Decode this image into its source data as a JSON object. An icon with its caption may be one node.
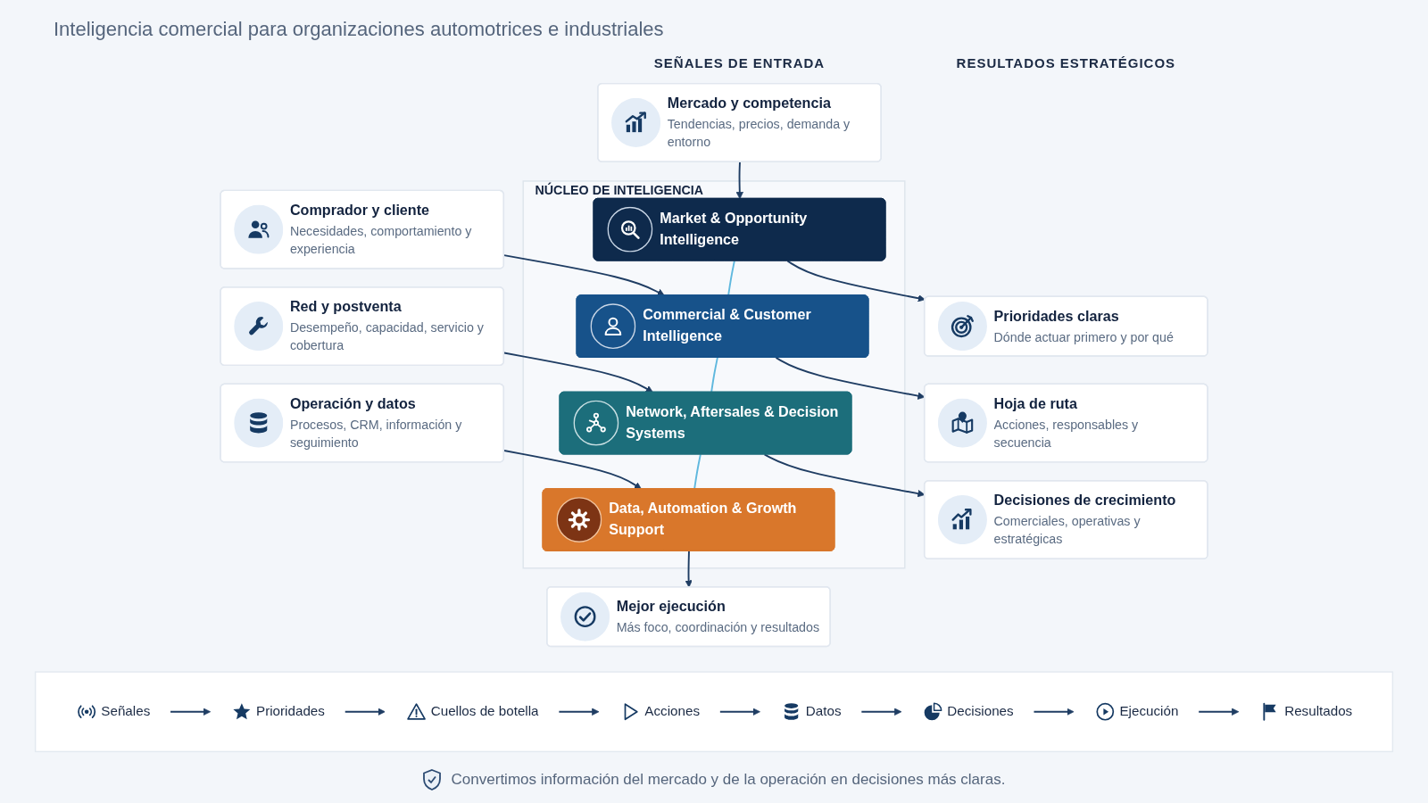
{
  "diagram": {
    "nodes": [
      {
        "text": [
          "NÚCLEO DE INTELIGENCIA"
        ]
      },
      {
        "text": [
          "Mercado y competencia",
          "Tendencias, precios, demanda y entorno"
        ]
      },
      {
        "text": [
          "Market & Opportunity Intelligence"
        ],
        "in": 0
      },
      {
        "text": [
          "Prioridades claras",
          "Dónde actuar primero y por qué"
        ]
      },
      {
        "text": [
          "Comprador y cliente",
          "Necesidades, comportamiento y experiencia"
        ]
      },
      {
        "text": [
          "Commercial & Customer Intelligence"
        ],
        "in": 0
      },
      {
        "text": [
          "Hoja de ruta",
          "Acciones, responsables y secuencia"
        ]
      },
      {
        "text": [
          "Red y postventa",
          "Desempeño, capacidad, servicio y cobertura"
        ]
      },
      {
        "text": [
          "Network, Aftersales & Decision Systems"
        ],
        "in": 0
      },
      {
        "text": [
          "Decisiones de crecimiento",
          "Comerciales, operativas y estratégicas"
        ]
      },
      {
        "text": [
          "Operación y datos",
          "Procesos, CRM, información y seguimiento"
        ]
      },
      {
        "text": [
          "Data, Automation & Growth Support"
        ],
        "in": 0
      },
      {
        "text": [
          "Mejor ejecución",
          "Más foco, coordinación y resultados"
        ]
      },
      {
        "text": [],
        "shape": "box"
      },
      {
        "text": [
          "Señales"
        ],
        "in": 13
      },
      {
        "text": [
          "Prioridades"
        ],
        "in": 13
      },
      {
        "text": [
          "Cuellos de botella"
        ],
        "in": 13
      },
      {
        "text": [
          "Acciones"
        ],
        "in": 13
      },
      {
        "text": [
          "Datos"
        ],
        "in": 13
      },
      {
        "text": [
          "Decisiones"
        ],
        "in": 13
      },
      {
        "text": [
          "Ejecución"
        ],
        "in": 13
      },
      {
        "text": [
          "Resultados"
        ],
        "in": 13
      }
    ],
    "edges": [
      {
        "from": 1,
        "to": 2,
        "arrow": "to"
      },
      {
        "from": 2,
        "to": 3,
        "arrow": "to"
      },
      {
        "from": 4,
        "to": 5,
        "arrow": "to"
      },
      {
        "from": 5,
        "to": 6,
        "arrow": "to"
      },
      {
        "from": 7,
        "to": 8,
        "arrow": "to"
      },
      {
        "from": 8,
        "to": 9,
        "arrow": "to"
      },
      {
        "from": 10,
        "to": 11,
        "arrow": "to"
      },
      {
        "from": 11,
        "to": 12,
        "arrow": "to"
      },
      {
        "from": 2,
        "to": 5,
        "arrow": "none",
        "color": "#5fb8de"
      },
      {
        "from": 5,
        "to": 8,
        "arrow": "none",
        "color": "#5fb8de"
      },
      {
        "from": 8,
        "to": 11,
        "arrow": "none",
        "color": "#5fb8de"
      },
      {
        "from": 14,
        "to": 15,
        "arrow": "to"
      },
      {
        "from": 15,
        "to": 16,
        "arrow": "to"
      },
      {
        "from": 16,
        "to": 17,
        "arrow": "to"
      },
      {
        "from": 17,
        "to": 18,
        "arrow": "to"
      },
      {
        "from": 18,
        "to": 19,
        "arrow": "to"
      },
      {
        "from": 19,
        "to": 20,
        "arrow": "to"
      },
      {
        "from": 20,
        "to": 21,
        "arrow": "to"
      }
    ],
    "labels": [
      "Inteligencia comercial para organizaciones automotrices e industriales",
      "SEÑALES DE ENTRADA",
      "RESULTADOS ESTRATÉGICOS"
    ],
    "caption": "Convertimos información del mercado y de la operación en decisiones más claras."
  }
}
